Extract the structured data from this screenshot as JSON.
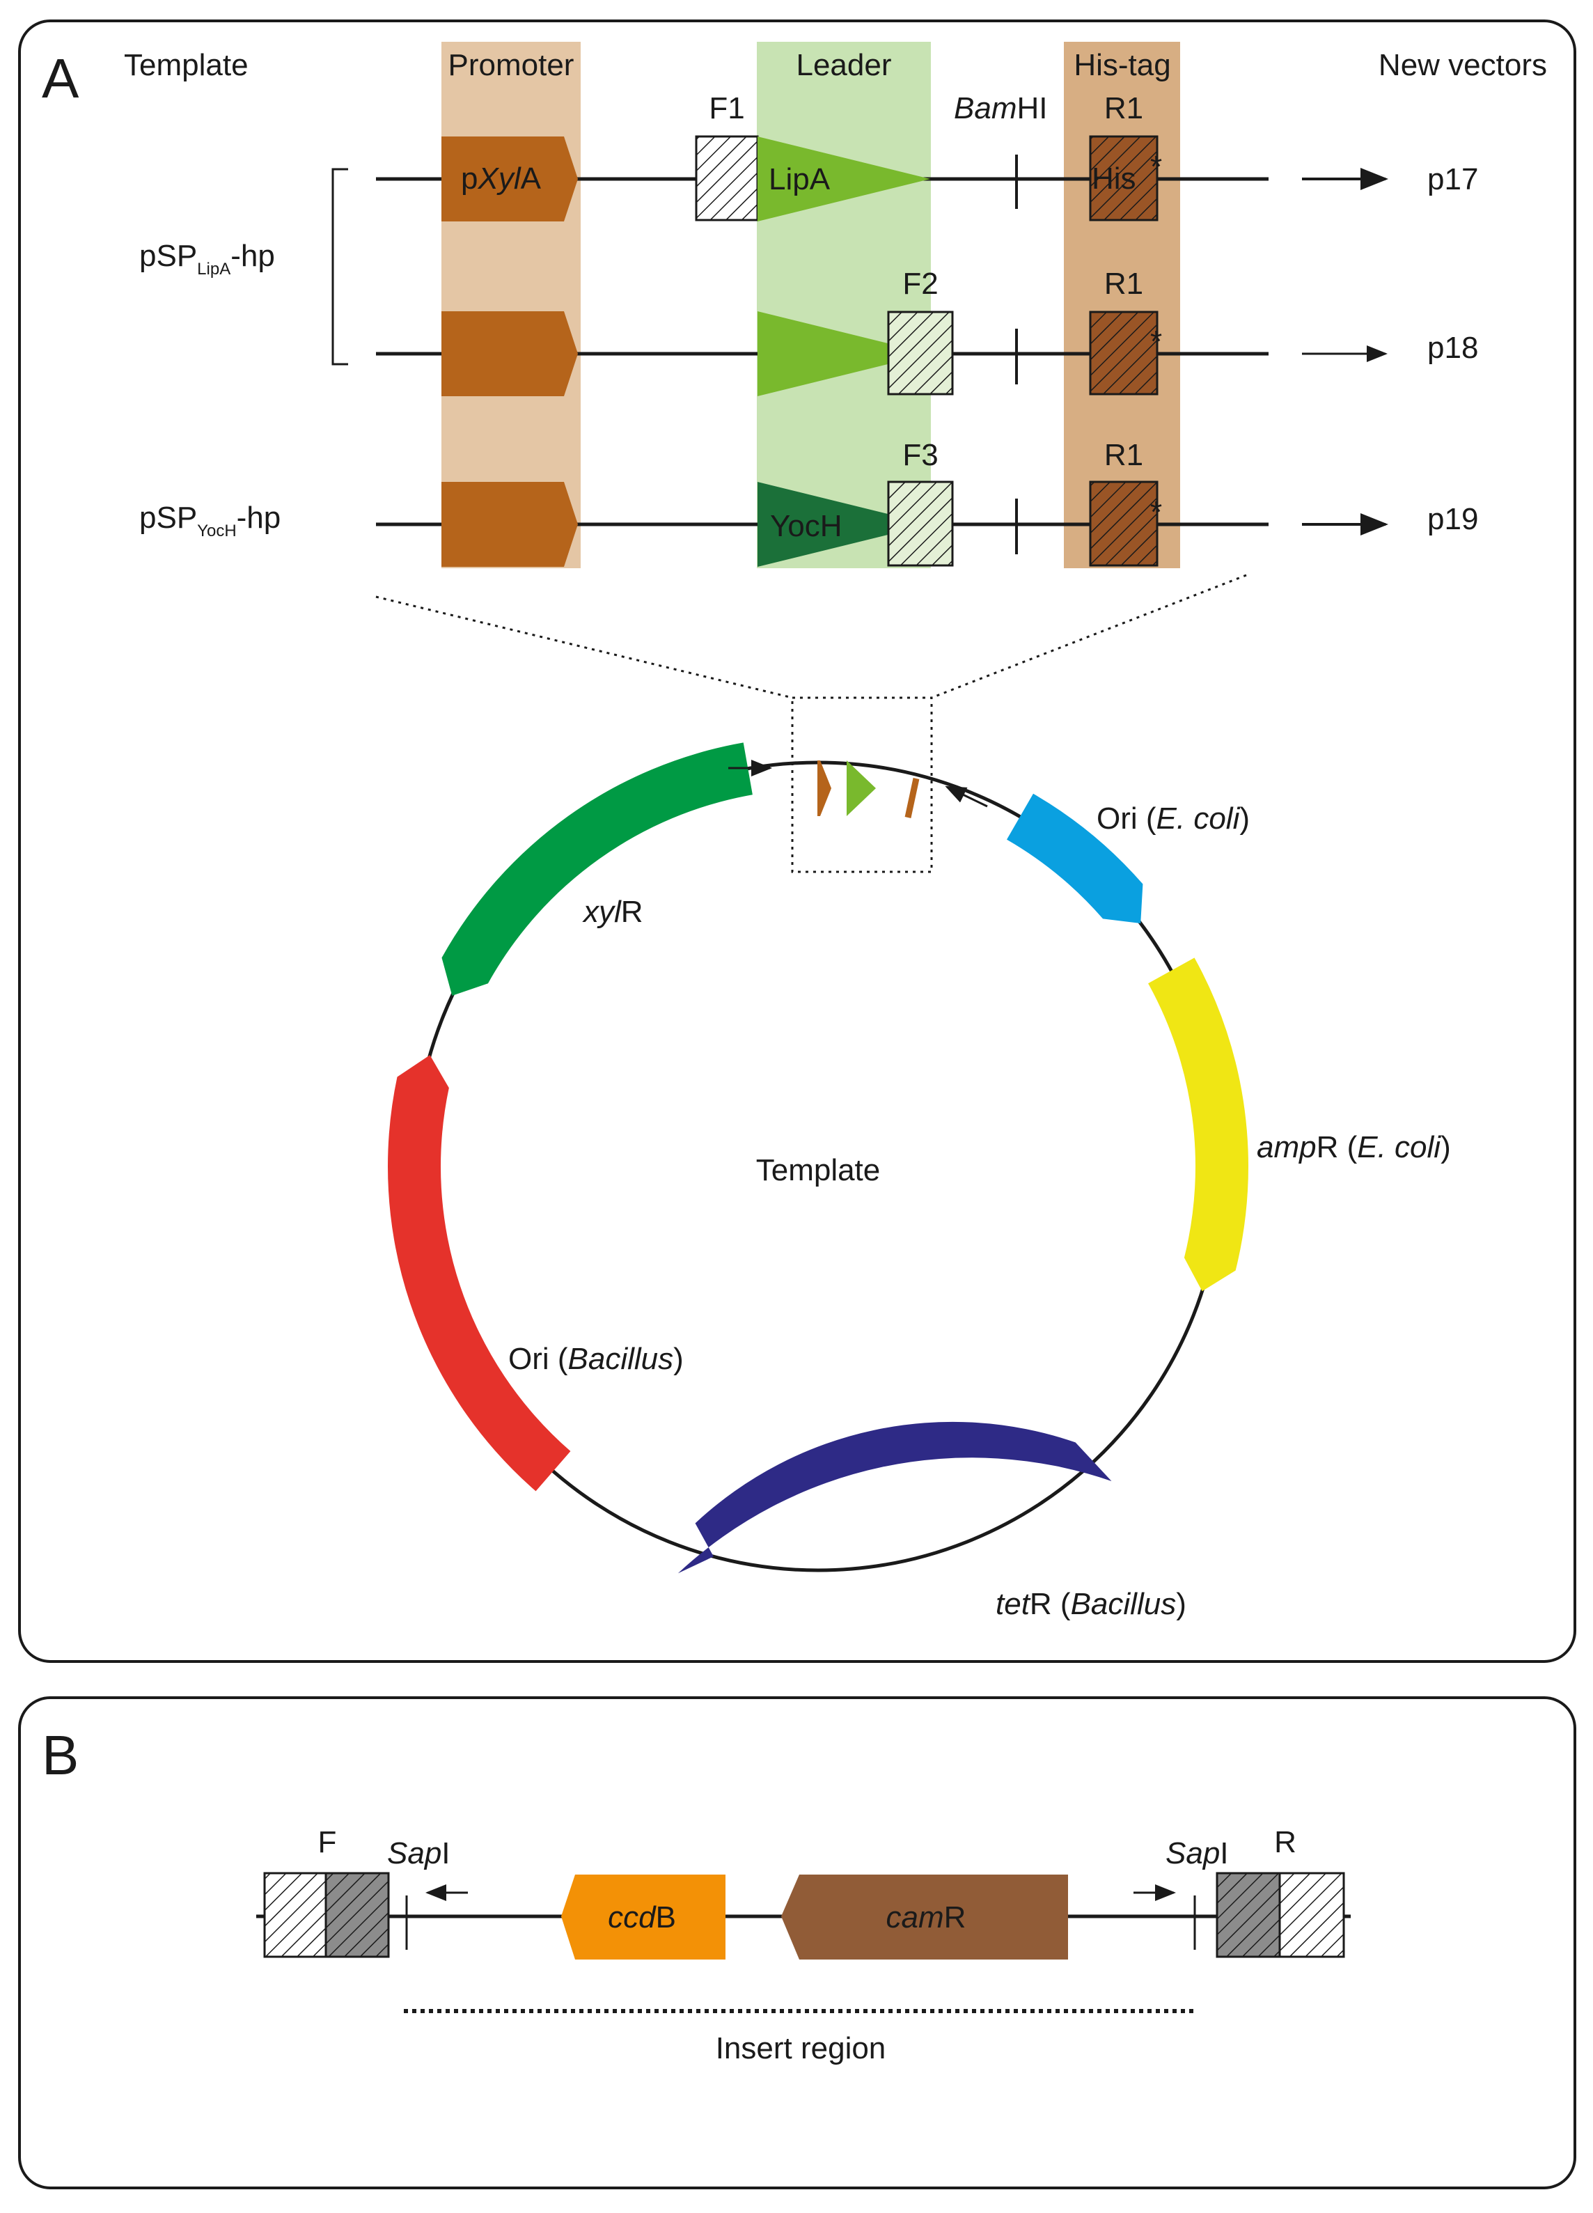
{
  "panelA": {
    "letter": "A",
    "headers": {
      "template": "Template",
      "promoter": "Promoter",
      "leader": "Leader",
      "histag": "His-tag",
      "new_vectors": "New vectors"
    },
    "constructs": {
      "lipa_name": {
        "a": "pSP",
        "sub": "LipA",
        "b": "-hp"
      },
      "yoch_name": {
        "a": "pSP",
        "sub": "YocH",
        "b": "-hp"
      }
    },
    "rows": [
      {
        "vector": "p17",
        "primer_fwd": "F1",
        "primer_rev": "R1",
        "promoter_label": {
          "a": "p",
          "it": "Xyl",
          "b": "A"
        },
        "leader_label": "LipA",
        "his_label": "His",
        "star": "*"
      },
      {
        "vector": "p18",
        "primer_fwd": "F2",
        "primer_rev": "R1",
        "star": "*"
      },
      {
        "vector": "p19",
        "primer_fwd": "F3",
        "primer_rev": "R1",
        "leader_label": "YocH",
        "star": "*"
      }
    ],
    "bamhi": {
      "it": "Bam",
      "b": "HI"
    },
    "plasmid": {
      "center_label": "Template",
      "genes": [
        {
          "label": {
            "it": "xyl",
            "b": "R"
          },
          "color": "#009a44"
        },
        {
          "label": {
            "a": "Ori (",
            "it": "E. coli",
            "b": ")"
          },
          "color": "#0aa0e0"
        },
        {
          "label": {
            "it": "amp",
            "b": "R (",
            "it2": "E. coli",
            "c": ")"
          },
          "color": "#f0e614"
        },
        {
          "label": {
            "it": "tet",
            "b": "R (",
            "it2": "Bacillus",
            "c": ")"
          },
          "color": "#2e2a86"
        },
        {
          "label": {
            "a": "Ori (",
            "it": "Bacillus",
            "b": ")"
          },
          "color": "#e5322b"
        }
      ]
    }
  },
  "panelB": {
    "letter": "B",
    "primer_f": "F",
    "primer_r": "R",
    "sapi": {
      "it": "Sap",
      "b": "I"
    },
    "ccdb": {
      "it": "ccd",
      "b": "B"
    },
    "camr": {
      "it": "cam",
      "b": "R"
    },
    "insert_region": "Insert region"
  },
  "colors": {
    "promoter_band": "#e4c6a5",
    "leader_band": "#c8e3b3",
    "histag_band": "#d7ae83",
    "promoter_arrow": "#b5641b",
    "lipa_leader": "#79b92d",
    "yoch_leader": "#1b7039",
    "his_box": "#9a5526",
    "ccdb": "#f39106",
    "camr": "#915c37"
  }
}
